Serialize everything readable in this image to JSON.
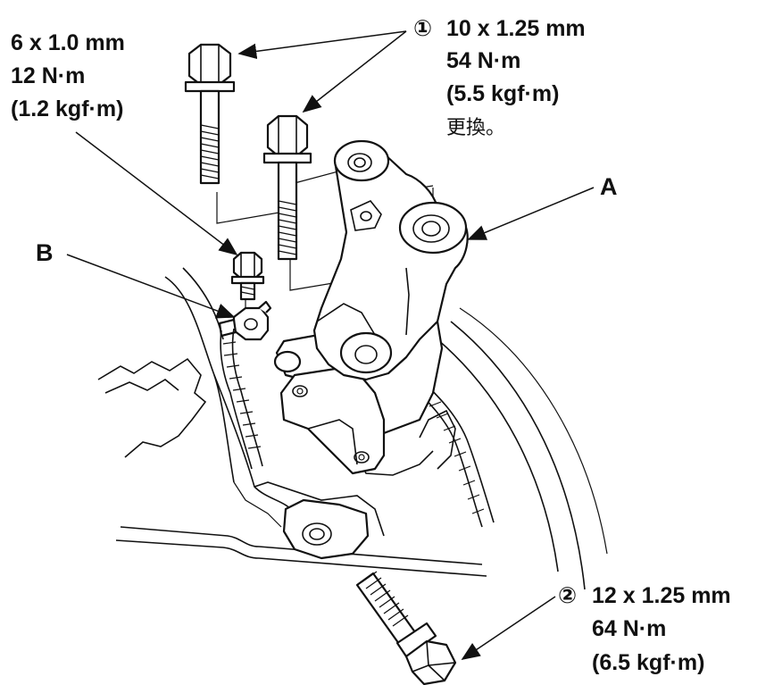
{
  "callouts": {
    "bolt1": {
      "number": "①",
      "size": "10 x 1.25 mm",
      "torque_nm": "54 N·m",
      "torque_kgf": "(5.5 kgf·m)",
      "note": "更換。"
    },
    "bolt_small": {
      "size": "6 x 1.0 mm",
      "torque_nm": "12 N·m",
      "torque_kgf": "(1.2 kgf·m)"
    },
    "bolt2": {
      "number": "②",
      "size": "12 x 1.25 mm",
      "torque_nm": "64 N·m",
      "torque_kgf": "(6.5 kgf·m)"
    }
  },
  "parts": {
    "a": "A",
    "b": "B"
  },
  "colors": {
    "ink": "#111111",
    "paper": "#ffffff"
  }
}
